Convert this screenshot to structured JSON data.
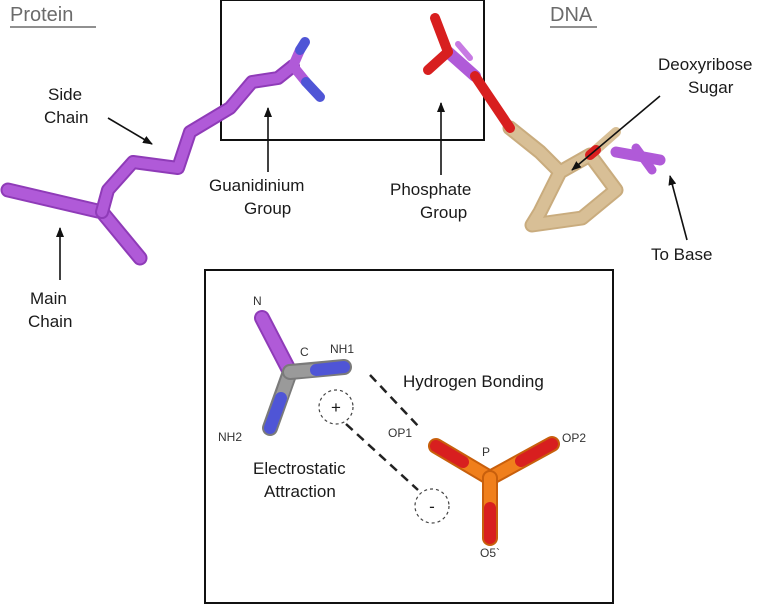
{
  "headers": {
    "protein": "Protein",
    "dna": "DNA"
  },
  "labels": {
    "side_chain": [
      "Side",
      "Chain"
    ],
    "main_chain": [
      "Main",
      "Chain"
    ],
    "guanidinium": [
      "Guanidinium",
      "Group"
    ],
    "phosphate": [
      "Phosphate",
      "Group"
    ],
    "deoxyribose": [
      "Deoxyribose",
      "Sugar"
    ],
    "to_base": "To Base"
  },
  "inset": {
    "atoms": {
      "n": "N",
      "c": "C",
      "nh1": "NH1",
      "nh2": "NH2",
      "p": "P",
      "op1": "OP1",
      "op2": "OP2",
      "o5": "O5`"
    },
    "hydrogen_bonding": "Hydrogen Bonding",
    "electrostatic": [
      "Electrostatic",
      "Attraction"
    ],
    "plus": "+",
    "minus": "-"
  },
  "colors": {
    "protein": "#b05ad8",
    "nitrogen": "#4f55d6",
    "carbon": "#9a9a9a",
    "phosphorus": "#f07f1c",
    "oxygen": "#d81f1f",
    "sugar": "#d8bf96"
  }
}
